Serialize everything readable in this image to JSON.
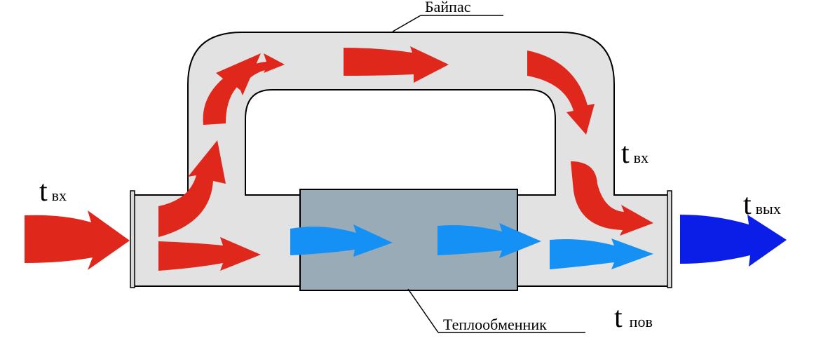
{
  "colors": {
    "duct_fill": "#e2e2e2",
    "duct_stroke": "#000000",
    "exchanger_fill": "#9aabb8",
    "hot_flow": "#e0271b",
    "cooled_flow": "#1591f5",
    "outlet_flow": "#0a1ee8",
    "background": "#ffffff"
  },
  "labels": {
    "bypass": "Байпас",
    "heat_exchanger": "Теплообменник",
    "inlet_t": "t",
    "inlet_sub": "вх",
    "bypass_t": "t",
    "bypass_sub": "вх",
    "outlet_t": "t",
    "outlet_sub": "вых",
    "surface_t": "t",
    "surface_sub": "пов"
  },
  "icons": {
    "hot_arrow": "flow-arrow-red",
    "cooled_arrow": "flow-arrow-light-blue",
    "outlet_arrow": "flow-arrow-dark-blue"
  }
}
